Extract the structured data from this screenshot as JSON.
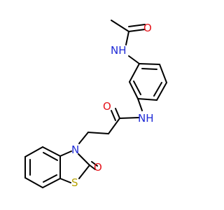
{
  "molecule": {
    "atoms": {
      "o_acetyl": {
        "label": "O",
        "color": "#e5141b"
      },
      "nh_acetamido": {
        "label": "NH",
        "color": "#1f2bd6"
      },
      "nh_amide": {
        "label": "NH",
        "color": "#1f2bd6"
      },
      "o_amide": {
        "label": "O",
        "color": "#e5141b"
      },
      "n_ring": {
        "label": "N",
        "color": "#1f2bd6"
      },
      "o_ring": {
        "label": "O",
        "color": "#e5141b"
      },
      "s_ring": {
        "label": "S",
        "color": "#b5a100"
      }
    },
    "bond_color": "#000000"
  }
}
